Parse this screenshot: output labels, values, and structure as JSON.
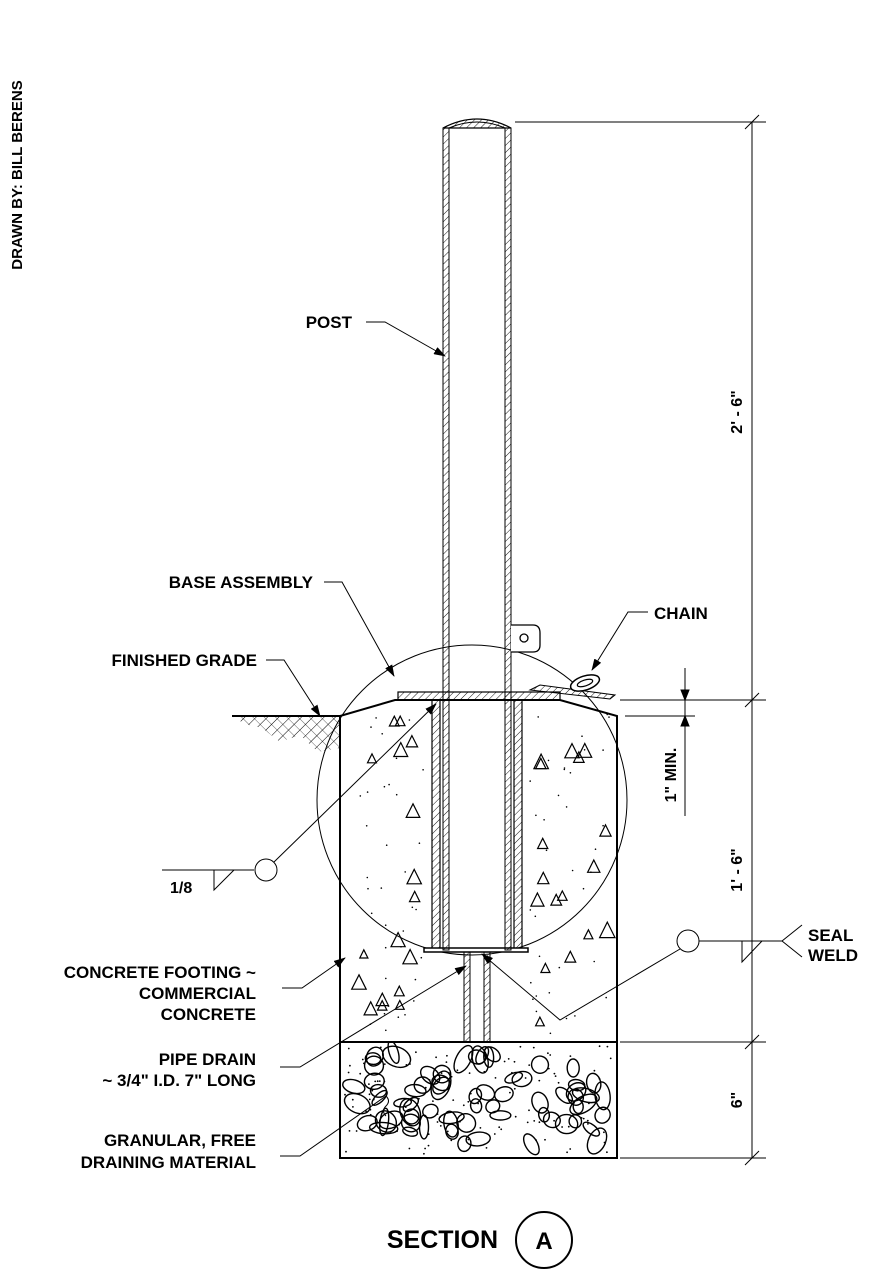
{
  "drawn_by": "DRAWN BY:  BILL BERENS",
  "labels": {
    "post": "POST",
    "base_assembly": "BASE ASSEMBLY",
    "chain": "CHAIN",
    "finished_grade": "FINISHED GRADE",
    "weld_size": "1/8",
    "seal_weld_1": "SEAL",
    "seal_weld_2": "WELD",
    "footing_1": "CONCRETE FOOTING ~",
    "footing_2": "COMMERCIAL",
    "footing_3": "CONCRETE",
    "drain_1": "PIPE DRAIN",
    "drain_2": "~ 3/4\" I.D. 7\" LONG",
    "gravel_1": "GRANULAR, FREE",
    "gravel_2": "DRAINING MATERIAL"
  },
  "dimensions": {
    "post_height": "2' - 6\"",
    "min_cover": "1\" MIN.",
    "footing_depth": "1' - 6\"",
    "gravel_depth": "6\""
  },
  "section": {
    "title": "SECTION",
    "mark": "A"
  }
}
